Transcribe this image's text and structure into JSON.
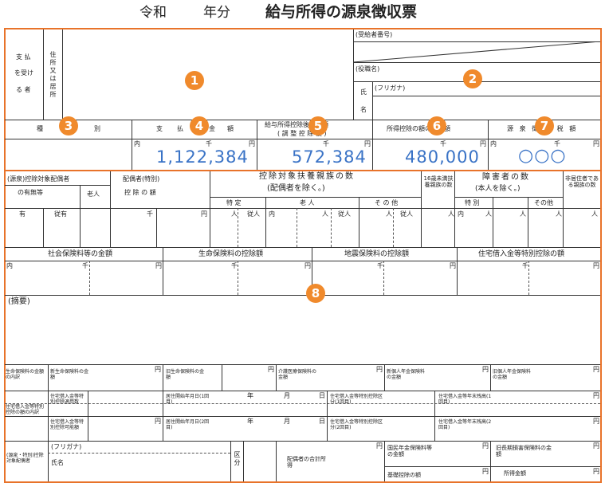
{
  "header": {
    "era": "令和",
    "year_label": "年分",
    "title": "給与所得の源泉徴収票"
  },
  "payer_block": {
    "label_lines": [
      "支 払",
      "を受け",
      "る 者"
    ],
    "address_label": [
      "住",
      "所",
      "又",
      "は",
      "居",
      "所"
    ],
    "recipient_number": "(受給者番号)",
    "position": "(役職名)",
    "furigana": "(フリガナ)",
    "name_chars": [
      "氏",
      "名"
    ]
  },
  "income_header": {
    "type": [
      "種",
      "別"
    ],
    "payment": [
      "支",
      "払",
      "金",
      "額"
    ],
    "after_deduction": "給与所得控除後の金額",
    "after_deduction_sub": "( 調 整 控 除 後 )",
    "deduction_total": "所得控除の額の合計額",
    "withholding": [
      "源",
      "泉",
      "徴",
      "収",
      "税",
      "額"
    ]
  },
  "units": {
    "inner": "内",
    "thousand": "千",
    "yen": "円"
  },
  "amounts": {
    "payment": "1,122,384",
    "after_deduction": "572,384",
    "deduction_total": "480,000",
    "withholding": "○○○"
  },
  "badges": [
    "1",
    "2",
    "3",
    "4",
    "5",
    "6",
    "7",
    "8"
  ],
  "dependents": {
    "spouse_header": "(源泉)控除対象配偶者",
    "spouse_header2": "の有無等",
    "elderly": "老人",
    "special_header": "配偶者(特別)",
    "special_header2": "控 除 の 額",
    "dependents_header": "控除対象扶養親族の数",
    "dependents_header2": "(配偶者を除く。)",
    "specific": "特 定",
    "old": "老 人",
    "other": "そ の 他",
    "under16": "16歳未満扶養親族の数",
    "disabled_header": "障害者の数",
    "disabled_header2": "(本人を除く。)",
    "special_dis": "特 別",
    "other_dis": "その他",
    "nonresident": "非居住者である親族の数",
    "yes": "有",
    "from_yes": "従有",
    "person": "人",
    "from_person": "従人"
  },
  "deductions": {
    "social": "社会保険料等の金額",
    "life": "生命保険料の控除額",
    "earthquake": "地震保険料の控除額",
    "housing": "住宅借入金等特別控除の額"
  },
  "remarks": "(摘要)",
  "bottom": {
    "life_breakdown": "生命保険料の金額の内訳",
    "new_life": "新生命保険料の金額",
    "old_life": "旧生命保険料の金額",
    "care": "介護医療保険料の金額",
    "new_pension": "新個人年金保険料の金額",
    "old_pension": "旧個人年金保険料の金額",
    "housing_breakdown": "住宅借入金等特別控除の額の内訳",
    "housing_applicable": "住宅借入金等特別控除適用数",
    "housing_possible": "住宅借入金等特別控除可能額",
    "start_date_1": "居住開始年月日(1回目)",
    "start_date_2": "居住開始年月日(2回目)",
    "year": "年",
    "month": "月",
    "day": "日",
    "class_1": "住宅借入金等特別控除区分(1回目)",
    "class_2": "住宅借入金等特別控除区分(2回目)",
    "balance_1": "住宅借入金等年末残高(1回目)",
    "balance_2": "住宅借入金等年末残高(2回目)",
    "spouse_label": "(源泉・特別)控除対象配偶者",
    "furigana": "(フリガナ)",
    "name": "氏名",
    "category": "区分",
    "spouse_income": "配偶者の合計所得",
    "national_pension": "国民年金保険料等の金額",
    "old_long_term": "旧長期損害保険料の金額",
    "basic_deduction": "基礎控除の額",
    "income_adjust": "所得金額"
  }
}
